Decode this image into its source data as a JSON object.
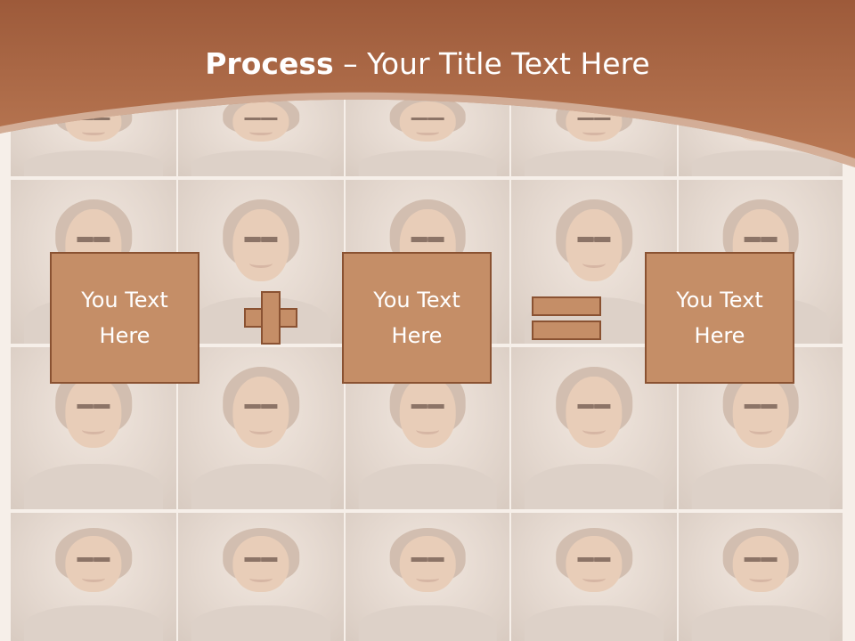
{
  "slide": {
    "title": {
      "bold": "Process",
      "rest": " – Your Title Text Here"
    },
    "boxes": [
      {
        "label": "You Text Here"
      },
      {
        "label": "You Text Here"
      },
      {
        "label": "You Text Here"
      }
    ],
    "operators": [
      "plus-icon",
      "equals-icon"
    ],
    "colors": {
      "header": "#a66240",
      "box_fill": "#c58e67",
      "box_border": "#8a5232",
      "title_text": "#ffffff"
    }
  }
}
